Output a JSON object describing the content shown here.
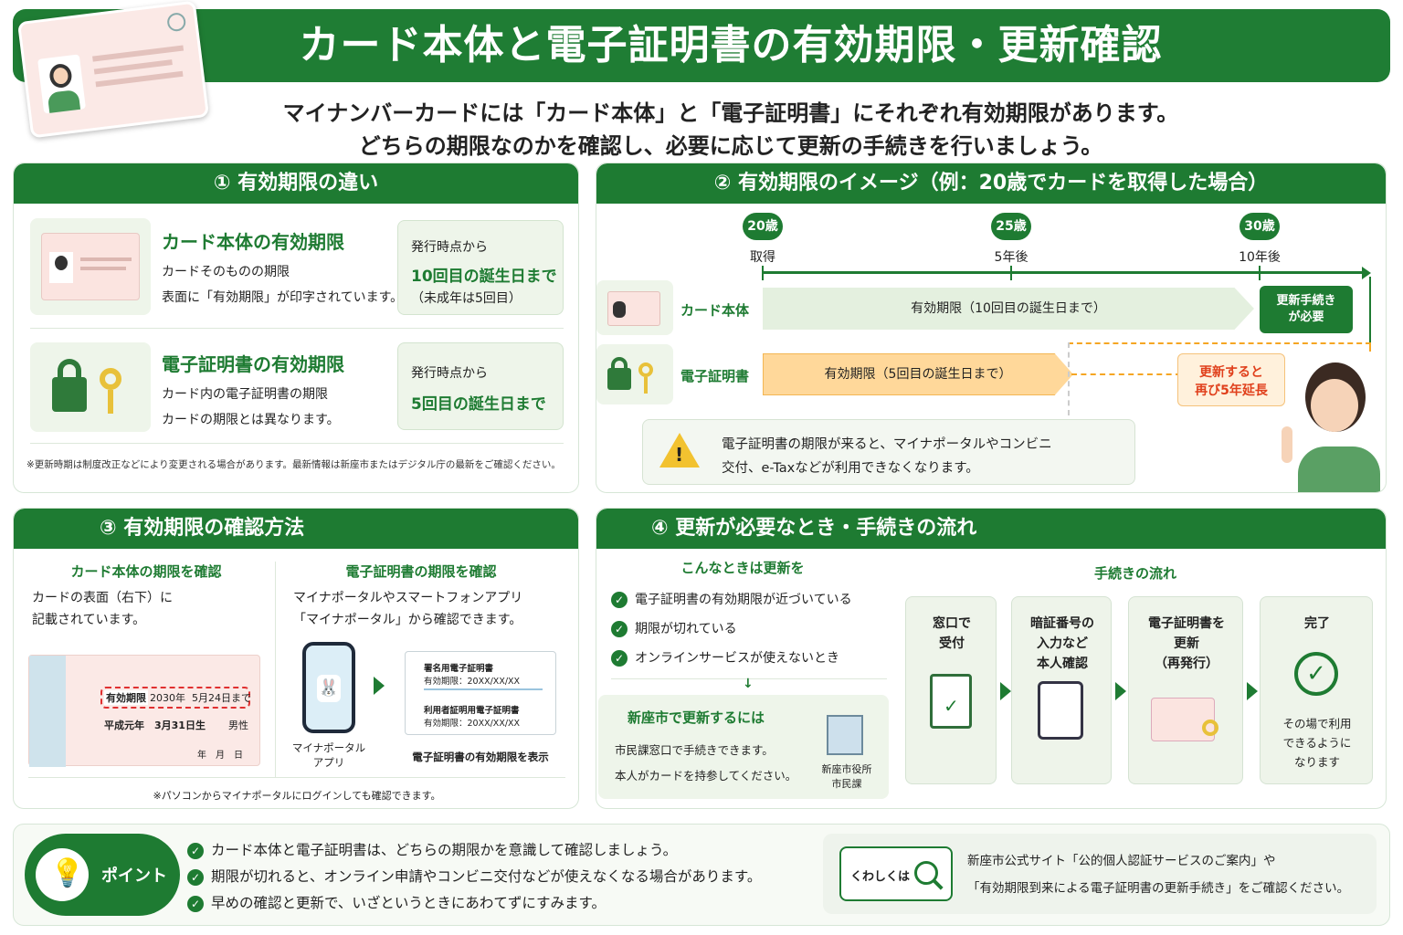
{
  "header": {
    "title": "カード本体と電子証明書の有効期限・更新確認"
  },
  "intro": {
    "line1": "マイナンバーカードには「カード本体」と「電子証明書」にそれぞれ有効期限があります。",
    "line2": "どちらの期限なのかを確認し、必要に応じて更新の手続きを行いましょう。"
  },
  "s1": {
    "title": "① 有効期限の違い",
    "card": {
      "heading": "カード本体の有効期限",
      "line1": "カードそのものの期限",
      "line2": "表面に「有効期限」が印字されています。",
      "box_top": "発行時点から",
      "box_main": "10回目の誕生日まで",
      "box_note": "（未成年は5回目）"
    },
    "cert": {
      "heading": "電子証明書の有効期限",
      "line1": "カード内の電子証明書の期限",
      "line2": "カードの期限とは異なります。",
      "box_top": "発行時点から",
      "box_main": "5回目の誕生日まで"
    },
    "note": "※更新時期は制度改正などにより変更される場合があります。最新情報は新座市またはデジタル庁の最新をご確認ください。"
  },
  "s2": {
    "title": "② 有効期限のイメージ（例：20歳でカードを取得した場合）",
    "ages": [
      {
        "age": "20歳",
        "sub": "取得"
      },
      {
        "age": "25歳",
        "sub": "5年後"
      },
      {
        "age": "30歳",
        "sub": "10年後"
      }
    ],
    "card_label": "カード本体",
    "card_bar": "有効期限（10回目の誕生日まで）",
    "card_renew": "更新手続き\nが必要",
    "cert_label": "電子証明書",
    "cert_bar": "有効期限（5回目の誕生日まで）",
    "cert_renew": "更新すると\n再び5年延長",
    "warning": "電子証明書の期限が来ると、マイナポータルやコンビニ\n交付、e-Taxなどが利用できなくなります。"
  },
  "s3": {
    "title": "③ 有効期限の確認方法",
    "left_head": "カード本体の期限を確認",
    "left_text": "カードの表面（右下）に\n記載されています。",
    "card_label": "有効期限",
    "card_date1": "2030年",
    "card_date2": "5月24日まで",
    "card_birth": "平成元年　3月31日生",
    "card_sex": "男性",
    "card_ymd": "年　月　日",
    "right_head": "電子証明書の期限を確認",
    "right_text": "マイナポータルやスマートフォンアプリ\n「マイナポータル」から確認できます。",
    "app_label": "マイナポータル\nアプリ",
    "cert1_name": "署名用電子証明書",
    "cert1_exp": "有効期限：20XX/XX/XX",
    "cert2_name": "利用者証明用電子証明書",
    "cert2_exp": "有効期限：20XX/XX/XX",
    "cert_caption": "電子証明書の有効期限を表示",
    "note": "※パソコンからマイナポータルにログインしても確認できます。"
  },
  "s4": {
    "title": "④ 更新が必要なとき・手続きの流れ",
    "when_head": "こんなときは更新を",
    "when_items": [
      "電子証明書の有効期限が近づいている",
      "期限が切れている",
      "オンラインサービスが使えないとき"
    ],
    "city_head": "新座市で更新するには",
    "city_text1": "市民課窓口で手続きできます。",
    "city_text2": "本人がカードを持参してください。",
    "city_label": "新座市役所\n市民課",
    "flow_head": "手続きの流れ",
    "steps": [
      "窓口で\n受付",
      "暗証番号の\n入力など\n本人確認",
      "電子証明書を\n更新\n（再発行）",
      "完了"
    ],
    "done_text": "その場で利用\nできるように\nなります"
  },
  "point": {
    "label": "ポイント",
    "items": [
      "カード本体と電子証明書は、どちらの期限かを意識して確認しましょう。",
      "期限が切れると、オンライン申請やコンビニ交付などが使えなくなる場合があります。",
      "早めの確認と更新で、いざというときにあわてずにすみます。"
    ],
    "more_label": "くわしくは",
    "more_line1": "新座市公式サイト「公的個人認証サービスのご案内」や",
    "more_line2": "「有効期限到来による電子証明書の更新手続き」をご確認ください。"
  },
  "colors": {
    "green": "#1e7b32",
    "light_green": "#eef5ea",
    "orange": "#f5a623",
    "orange_light": "#ffd89a",
    "red_text": "#e0401c"
  }
}
